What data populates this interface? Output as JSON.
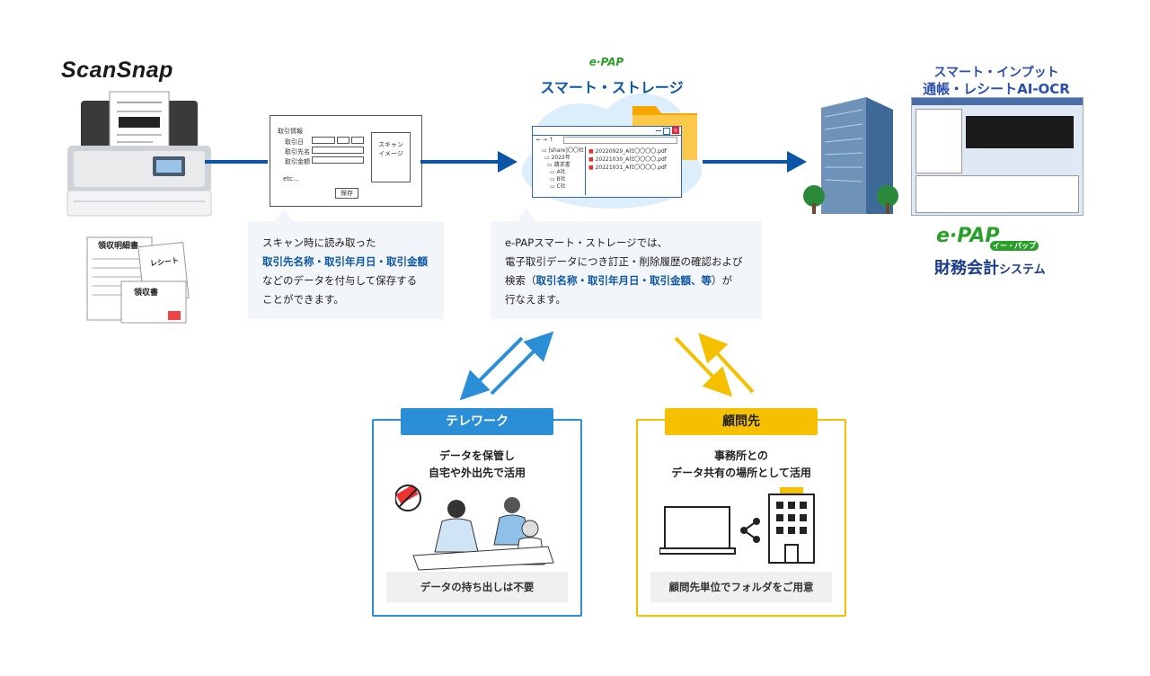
{
  "scansnap": {
    "logo": "ScanSnap"
  },
  "receipts": {
    "meisai": "領収明細書",
    "receipt": "レシート",
    "ryoshusho": "領収書"
  },
  "form": {
    "header": "取引情報",
    "field_date": "取引日",
    "field_client": "取引先名",
    "field_amount": "取引金額",
    "etc": "etc...",
    "save_button": "保存",
    "scan_image": "スキャン\nイメージ"
  },
  "callout_left": {
    "line1": "スキャン時に読み取った",
    "line2_hl": "取引先名称・取引年月日・取引金額",
    "line3": "などのデータを付与して保存する",
    "line4": "ことができます。"
  },
  "storage": {
    "brand": "e·PAP",
    "title": "スマート・ストレージ",
    "tree": [
      "[share]〇〇社",
      "2022年",
      "請求書",
      "A社",
      "B社",
      "C社"
    ],
    "files": [
      "20220929_A社〇〇〇〇.pdf",
      "20221030_A社〇〇〇〇.pdf",
      "20221031_A社〇〇〇〇.pdf"
    ]
  },
  "callout_mid": {
    "line1": "e-PAPスマート・ストレージでは、",
    "line2": "電子取引データにつき訂正・削除履歴の確認および",
    "line3_prefix": "検索（",
    "line3_hl": "取引名称・取引年月日・取引金額、等",
    "line3_suffix": "）が",
    "line4": "行なえます。"
  },
  "smart_input": {
    "title1": "スマート・インプット",
    "title2": "通帳・レシートAI-OCR"
  },
  "zaimu": {
    "brand": "e·PAP",
    "reading": "イー・パップ",
    "title_main": "財務会計",
    "title_sub": "システム"
  },
  "telework": {
    "title": "テレワーク",
    "desc1": "データを保管し",
    "desc2": "自宅や外出先で活用",
    "footer": "データの持ち出しは不要"
  },
  "advisor": {
    "title": "顧問先",
    "desc1": "事務所との",
    "desc2": "データ共有の場所として活用",
    "footer": "顧問先単位でフォルダをご用意"
  },
  "colors": {
    "flow_blue": "#0b55a6",
    "telework_blue": "#2a8fd6",
    "advisor_yellow": "#f5c000",
    "epap_green": "#2aa02a"
  }
}
